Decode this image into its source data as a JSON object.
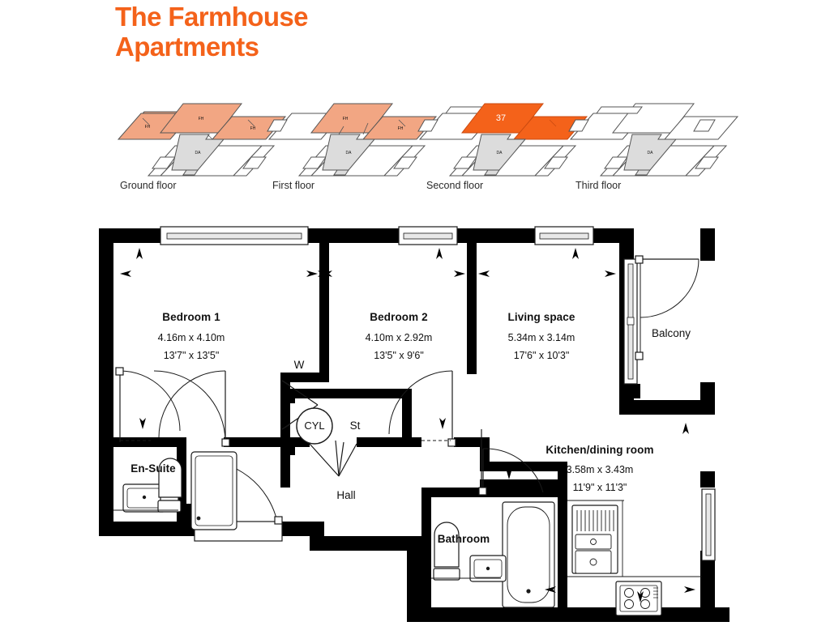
{
  "title": {
    "line1": "The Farmhouse",
    "line2": "Apartments"
  },
  "colors": {
    "brand_orange": "#F4621A",
    "highlight_unit": "#F4621A",
    "shared_peach": "#F2A683",
    "core_grey": "#DCDCDC",
    "wall_black": "#000000",
    "outline_grey": "#555555"
  },
  "floor_key": {
    "unit_number": "37",
    "floors": [
      {
        "label": "Ground floor",
        "highlighted": false,
        "zone_labels": [
          "FH",
          "FH",
          "FH",
          "DA"
        ]
      },
      {
        "label": "First floor",
        "highlighted": false,
        "zone_labels": [
          "FH",
          "FH",
          "DA"
        ]
      },
      {
        "label": "Second floor",
        "highlighted": true,
        "zone_labels": [
          "37",
          "DA"
        ]
      },
      {
        "label": "Third floor",
        "highlighted": false,
        "zone_labels": [
          "DA"
        ]
      }
    ]
  },
  "plan": {
    "rooms": [
      {
        "name": "Bedroom 1",
        "metric": "4.16m x 4.10m",
        "imperial": "13'7\" x 13'5\""
      },
      {
        "name": "Bedroom 2",
        "metric": "4.10m x 2.92m",
        "imperial": "13'5\" x 9'6\""
      },
      {
        "name": "Living space",
        "metric": "5.34m x 3.14m",
        "imperial": "17'6\" x 10'3\""
      },
      {
        "name": "Kitchen/dining room",
        "metric": "3.58m x 3.43m",
        "imperial": "11'9\" x 11'3\""
      }
    ],
    "unlabelled_rooms": [
      {
        "name": "Balcony"
      },
      {
        "name": "En-Suite"
      },
      {
        "name": "Bathroom"
      },
      {
        "name": "Hall"
      }
    ],
    "abbreviations": [
      {
        "name": "W",
        "meaning": "wardrobe"
      },
      {
        "name": "CYL",
        "meaning": "cylinder"
      },
      {
        "name": "St",
        "meaning": "store"
      }
    ]
  }
}
